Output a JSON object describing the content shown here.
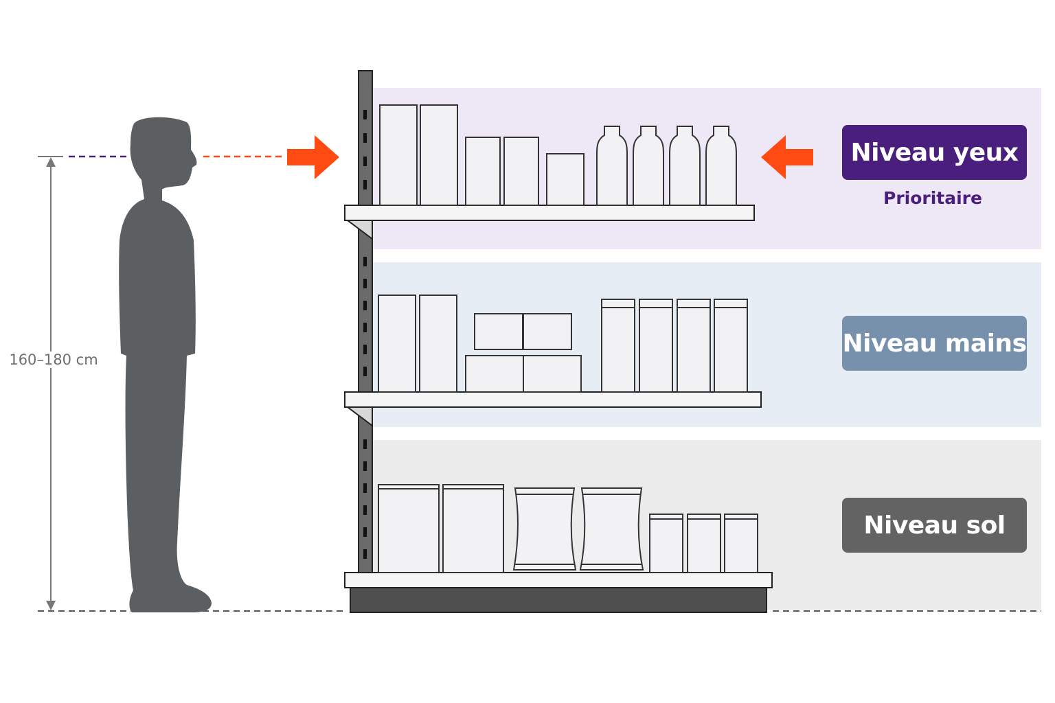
{
  "zones": {
    "eye": {
      "label": "Niveau yeux",
      "sublabel": "Prioritaire"
    },
    "hand": {
      "label": "Niveau mains"
    },
    "floor": {
      "label": "Niveau sol"
    }
  },
  "person": {
    "height_label": "160–180 cm"
  },
  "colors": {
    "eye_zone_bg": "#ede7f6",
    "hand_zone_bg": "#e6edf5",
    "floor_zone_bg": "#ebebeb",
    "eye_label": "#4a1e7c",
    "hand_label": "#7790ab",
    "floor_label": "#636363",
    "arrow": "#ff4a12",
    "silhouette": "#5b5f62"
  },
  "icons": [
    "person-silhouette-icon",
    "arrow-right-icon",
    "arrow-left-icon",
    "bottle-icon",
    "jar-icon",
    "bag-icon",
    "can-icon",
    "box-icon"
  ]
}
